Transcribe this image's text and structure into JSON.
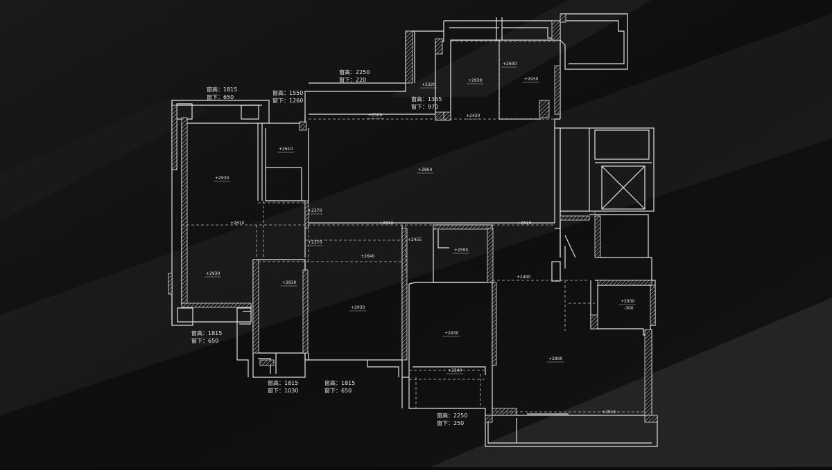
{
  "window_notes": [
    {
      "id": "w1",
      "height": "窗高：1815",
      "sill": "窗下：650"
    },
    {
      "id": "w2",
      "height": "窗高：1550",
      "sill": "窗下：1260"
    },
    {
      "id": "w3",
      "height": "窗高：2250",
      "sill": "窗下：220"
    },
    {
      "id": "w4",
      "height": "窗高：1365",
      "sill": "窗下：970"
    },
    {
      "id": "w5",
      "height": "窗高：1815",
      "sill": "窗下：650"
    },
    {
      "id": "w6",
      "height": "窗高：1815",
      "sill": "窗下：1030"
    },
    {
      "id": "w7",
      "height": "窗高：1815",
      "sill": "窗下：650"
    },
    {
      "id": "w8",
      "height": "窗高：2250",
      "sill": "窗下：250"
    }
  ],
  "heights": {
    "h1": "+2320",
    "h2": "+2930",
    "h3": "+2600",
    "h4": "+2930",
    "h5": "+2500",
    "h6": "+2430",
    "h7": "+2610",
    "h8": "+2930",
    "h9": "+2860",
    "h10": "+2370",
    "h11": "+2610",
    "h12": "+2610",
    "h13": "+2610",
    "h14": "+2370",
    "h15": "+2455",
    "h16": "+2595",
    "h17": "+2640",
    "h18": "+2490",
    "h19": "+2930",
    "h20": "+2630",
    "h21": "+2930",
    "h22": "+2930",
    "h23": "+2930",
    "h24": "-300",
    "h25": "+2890",
    "h26": "+2300",
    "h27": "+2915"
  },
  "colors": {
    "background": "#0b0b0b",
    "wall": "#e2e2e2",
    "dashed": "#bdbdbd",
    "text": "#e6e6e6"
  }
}
